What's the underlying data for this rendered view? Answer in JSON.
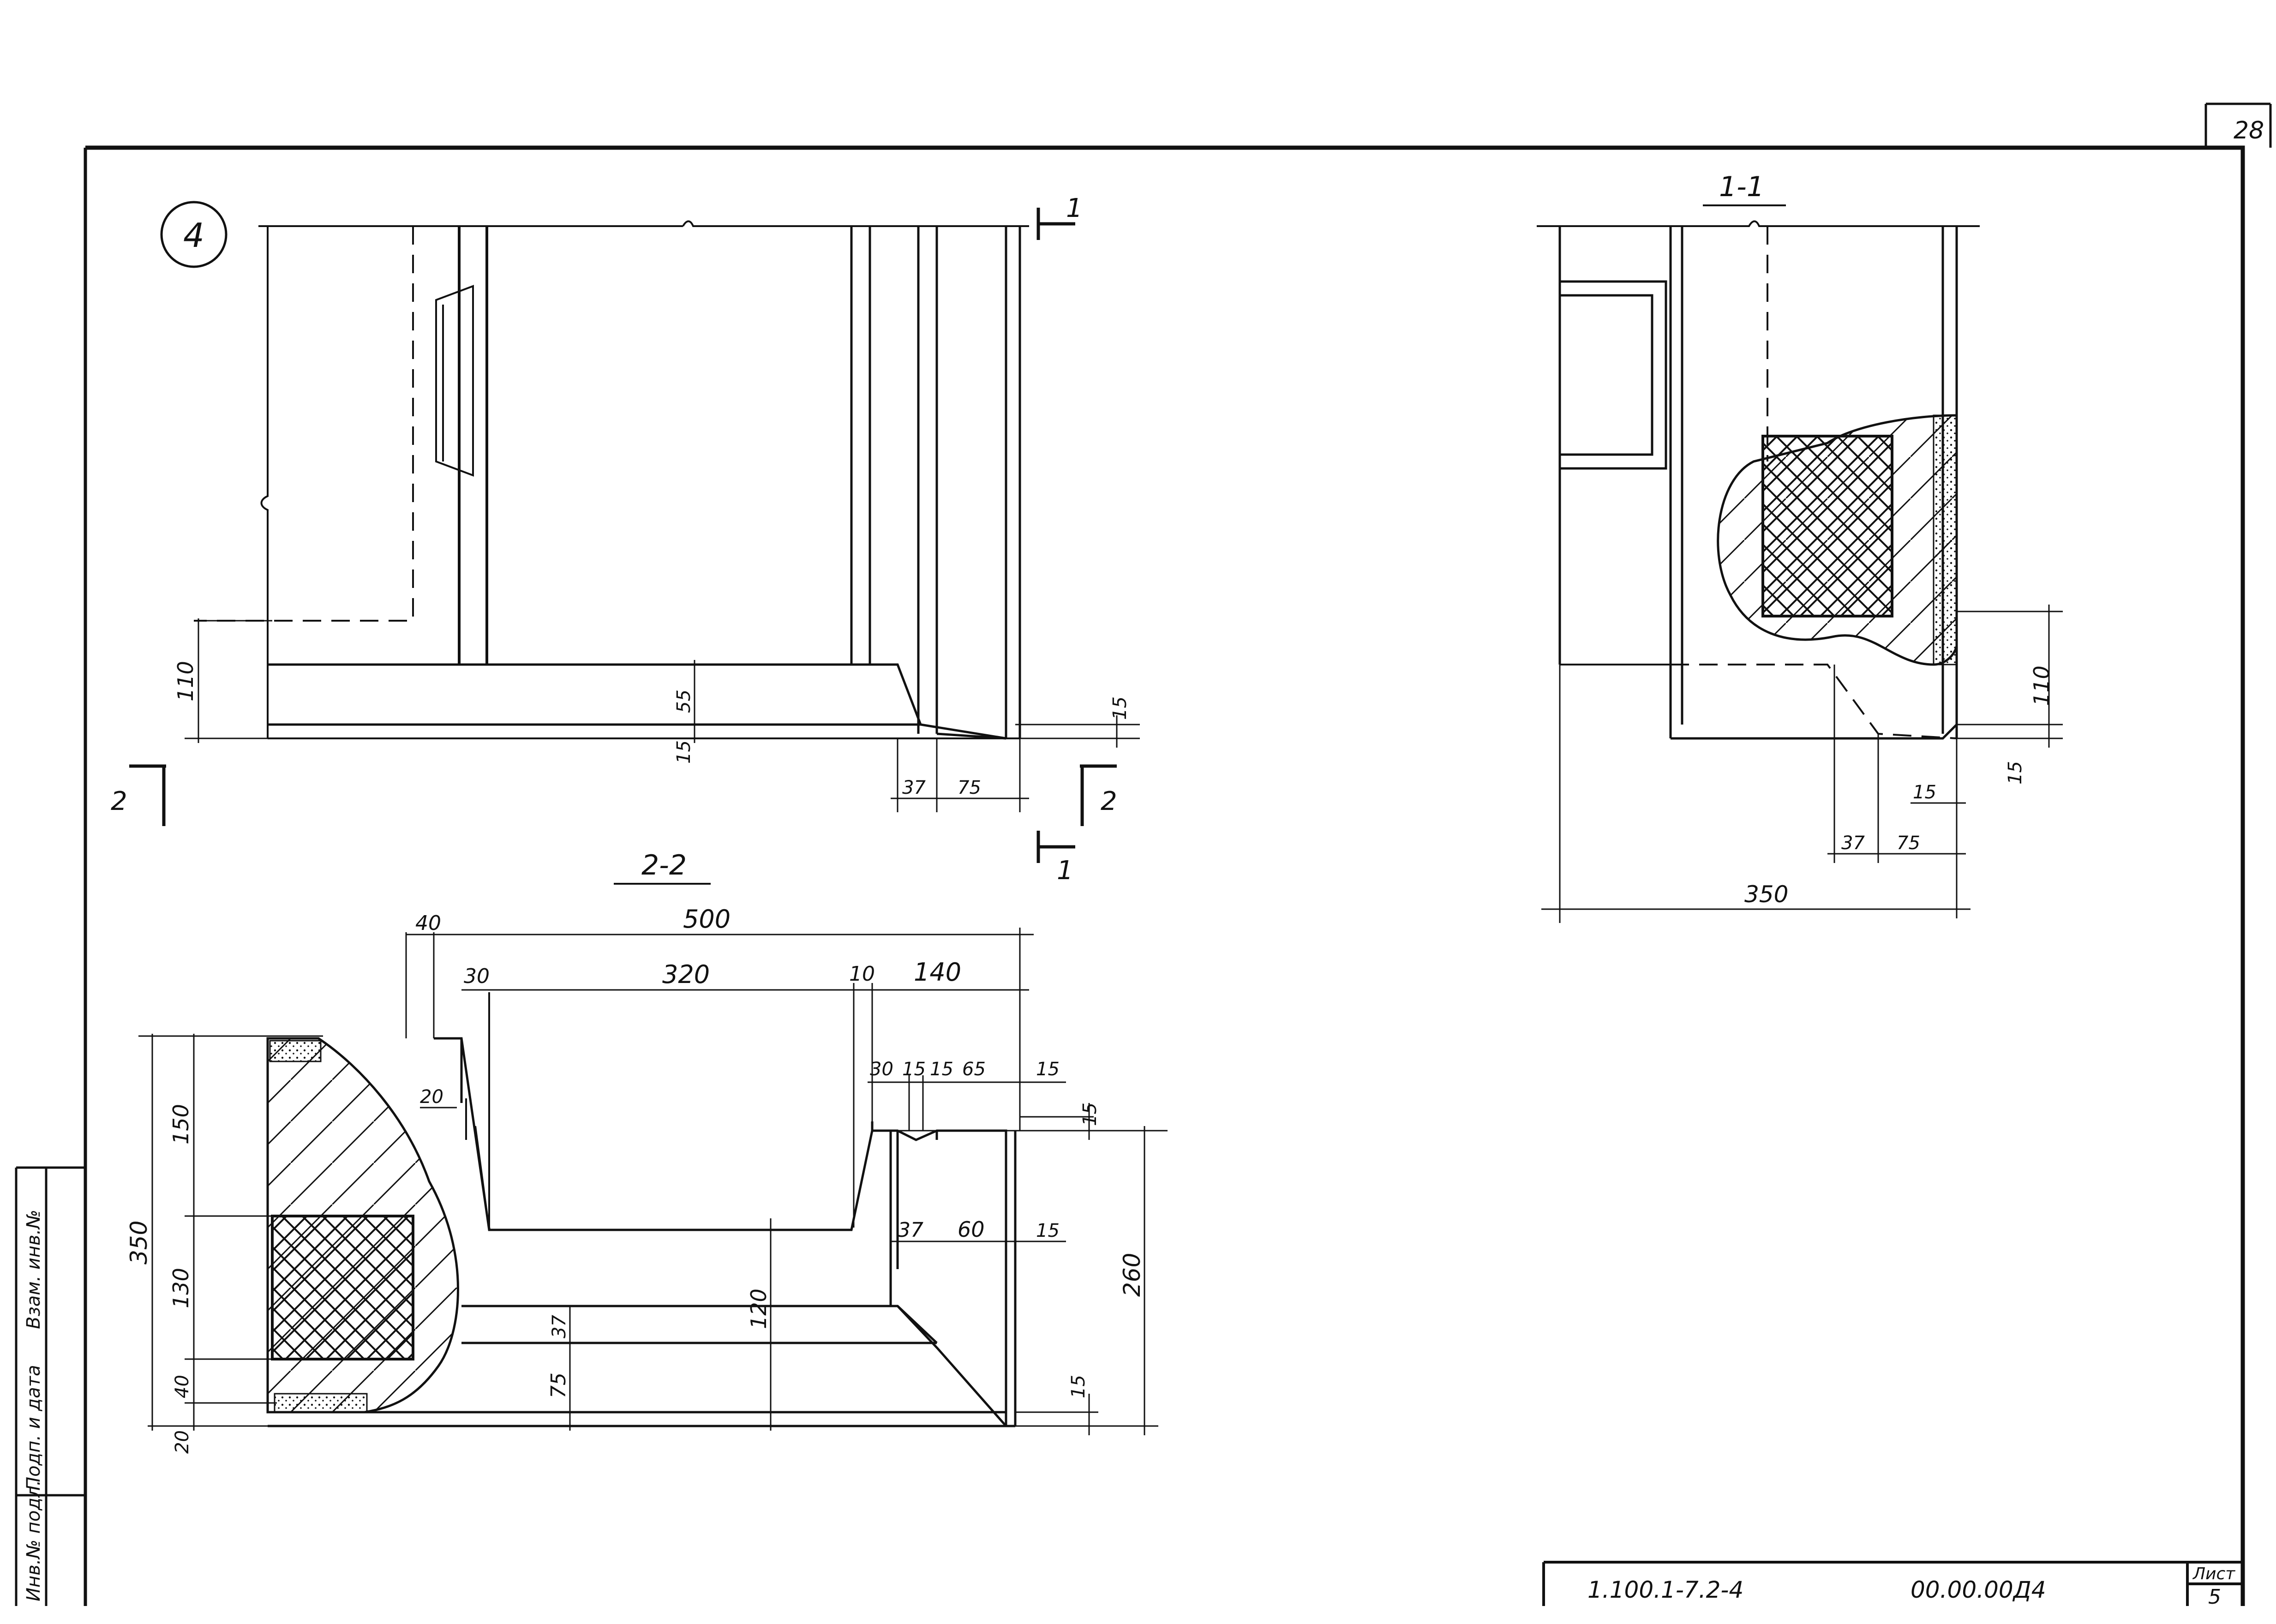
{
  "sheet": {
    "page_number": "28",
    "detail_marker": "4",
    "title_block": {
      "code": "1.100.1-7.2-4",
      "doc_number": "00.00.00Д4",
      "sheet_label": "Лист",
      "sheet_number": "5"
    },
    "side_stamp": {
      "inv_no": "Инв.№ подл.",
      "sign_date": "Подп. и дата",
      "replace_inv": "Взам. инв.№"
    }
  },
  "plan_view": {
    "cut_1": "1",
    "cut_2": "2",
    "dims": {
      "left_height": "110",
      "mid_55": "55",
      "mid_15": "15",
      "right_15": "15",
      "bottom_37": "37",
      "bottom_75": "75"
    }
  },
  "section_1_1": {
    "title": "1-1",
    "dims": {
      "h110": "110",
      "h15": "15",
      "b15": "15",
      "b37": "37",
      "b75": "75",
      "total_350": "350"
    }
  },
  "section_2_2": {
    "title": "2-2",
    "dims": {
      "top_40": "40",
      "top_500": "500",
      "d30": "30",
      "d320": "320",
      "d10": "10",
      "d140": "140",
      "d30b": "30",
      "d15a": "15",
      "d15b": "15",
      "d65": "65",
      "d15c": "15",
      "r15": "15",
      "d20": "20",
      "l350": "350",
      "l150": "150",
      "l130": "130",
      "l40": "40",
      "l20": "20",
      "m37": "37",
      "m75": "75",
      "m120": "120",
      "r37": "37",
      "r60": "60",
      "r15b": "15",
      "r260": "260",
      "r15c": "15"
    }
  }
}
